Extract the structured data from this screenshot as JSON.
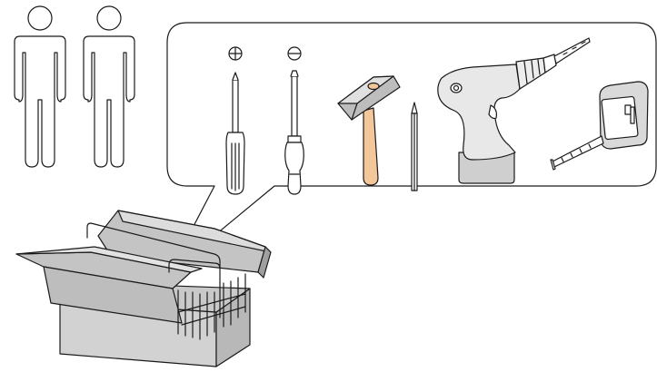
{
  "illustration": {
    "people": [
      {
        "name": "person-figure-left"
      },
      {
        "name": "person-figure-right"
      }
    ],
    "tools": [
      {
        "name": "phillips-screwdriver-icon",
        "tip_symbol": "plus-in-circle"
      },
      {
        "name": "flathead-screwdriver-icon",
        "tip_symbol": "minus-in-circle"
      },
      {
        "name": "hammer-icon"
      },
      {
        "name": "pencil-icon"
      },
      {
        "name": "cordless-drill-icon"
      },
      {
        "name": "tape-measure-icon"
      }
    ],
    "container": {
      "name": "cantilever-toolbox-icon"
    }
  },
  "colors": {
    "outline": "#1a1a1a",
    "toolbox_front": "#d2d2d2",
    "toolbox_side": "#b8b8b8",
    "toolbox_tray": "#c4c4c4",
    "hammer_head": "#bdbdbd",
    "hammer_handle": "#f3c79a",
    "drill_body": "#e8e8e8",
    "drill_grip": "#cfcfcf",
    "tape_body": "#d9d9d9",
    "bubble_fill": "#ffffff"
  }
}
